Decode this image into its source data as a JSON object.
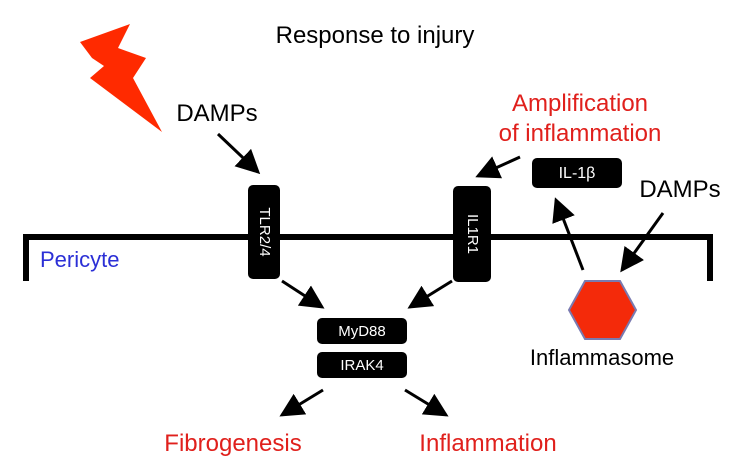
{
  "title": "Response to injury",
  "labels": {
    "damps_left": "DAMPs",
    "damps_right": "DAMPs",
    "amplification_line1": "Amplification",
    "amplification_line2": "of inflammation",
    "pericyte": "Pericyte",
    "inflammasome": "Inflammasome",
    "fibrogenesis": "Fibrogenesis",
    "inflammation": "Inflammation"
  },
  "boxes": {
    "tlr": "TLR2/4",
    "il1r1": "IL1R1",
    "il1b": "IL-1β",
    "myd88": "MyD88",
    "irak4": "IRAK4"
  },
  "colors": {
    "black": "#000000",
    "red": "#e0201c",
    "blue": "#2b2fd6",
    "bolt": "#ff2a00",
    "hexagon_fill": "#f42a0a",
    "hexagon_stroke": "#7a7ab0"
  },
  "icons": {
    "injury": "lightning-bolt-icon",
    "inflammasome": "hexagon-icon"
  }
}
